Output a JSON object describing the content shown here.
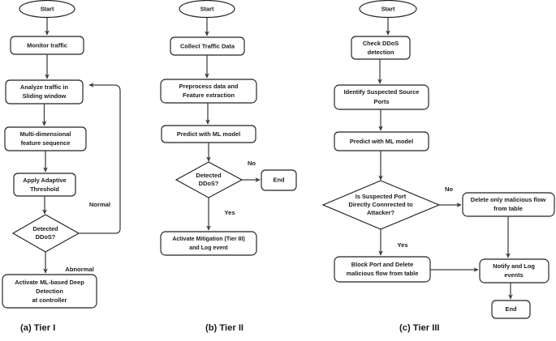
{
  "figure": {
    "type": "flowchart",
    "panels": [
      {
        "id": "tier-1",
        "caption": "(a) Tier I",
        "nodes": [
          {
            "id": "t1-start",
            "shape": "terminator",
            "label": "Start"
          },
          {
            "id": "t1-monitor",
            "shape": "process",
            "label": "Monitor traffic"
          },
          {
            "id": "t1-analyze",
            "shape": "process",
            "line1": "Analyze traffic in",
            "line2": "Sliding window"
          },
          {
            "id": "t1-feature",
            "shape": "process",
            "line1": "Multi-dimensional",
            "line2": "feature sequence"
          },
          {
            "id": "t1-adaptive",
            "shape": "process",
            "line1": "Apply Adaptive",
            "line2": "Threshold"
          },
          {
            "id": "t1-decision",
            "shape": "decision",
            "line1": "Detected",
            "line2": "DDoS?"
          },
          {
            "id": "t1-activate",
            "shape": "process",
            "line1": "Activate ML-based Deep",
            "line2": "Detection",
            "line3": "at controller"
          }
        ],
        "edge_labels": [
          {
            "id": "t1-label-normal",
            "text": "Normal"
          },
          {
            "id": "t1-label-abnormal",
            "text": "Abnormal"
          }
        ]
      },
      {
        "id": "tier-2",
        "caption": "(b) Tier II",
        "nodes": [
          {
            "id": "t2-start",
            "shape": "terminator",
            "label": "Start"
          },
          {
            "id": "t2-collect",
            "shape": "process",
            "label": "Collect Traffic Data"
          },
          {
            "id": "t2-preprocess",
            "shape": "process",
            "line1": "Preprocess data and",
            "line2": "Feature extraction"
          },
          {
            "id": "t2-predict",
            "shape": "process",
            "label": "Predict with ML model"
          },
          {
            "id": "t2-decision",
            "shape": "decision",
            "line1": "Detected",
            "line2": "DDoS?"
          },
          {
            "id": "t2-end",
            "shape": "process",
            "label": "End"
          },
          {
            "id": "t2-mitigate",
            "shape": "process",
            "line1": "Activate Mitigation (Tier III)",
            "line2": "and Log event"
          }
        ],
        "edge_labels": [
          {
            "id": "t2-label-no",
            "text": "No"
          },
          {
            "id": "t2-label-yes",
            "text": "Yes"
          }
        ]
      },
      {
        "id": "tier-3",
        "caption": "(c) Tier III",
        "nodes": [
          {
            "id": "t3-start",
            "shape": "terminator",
            "label": "Start"
          },
          {
            "id": "t3-check",
            "shape": "process",
            "line1": "Check DDoS",
            "line2": "detection"
          },
          {
            "id": "t3-identify",
            "shape": "process",
            "line1": "Identify Suspected Source",
            "line2": "Ports"
          },
          {
            "id": "t3-predict",
            "shape": "process",
            "label": "Predict with ML model"
          },
          {
            "id": "t3-decision",
            "shape": "decision",
            "line1": "Is Suspected Port",
            "line2": "Directly  Connrected to",
            "line3": "Attacker?"
          },
          {
            "id": "t3-delete",
            "shape": "process",
            "line1": "Delete only malicious flow",
            "line2": "from table"
          },
          {
            "id": "t3-block",
            "shape": "process",
            "line1": "Block Port and Delete",
            "line2": "malicious flow from table"
          },
          {
            "id": "t3-notify",
            "shape": "process",
            "line1": "Notify and Log",
            "line2": "events"
          },
          {
            "id": "t3-end",
            "shape": "process",
            "label": "End"
          }
        ],
        "edge_labels": [
          {
            "id": "t3-label-no",
            "text": "No"
          },
          {
            "id": "t3-label-yes",
            "text": "Yes"
          }
        ]
      }
    ],
    "colors": {
      "background": "#ffffff",
      "shape_stroke": "#231f20",
      "shape_fill": "#ffffff",
      "connector": "#3c3c3c",
      "text": "#1a1a1a"
    }
  }
}
